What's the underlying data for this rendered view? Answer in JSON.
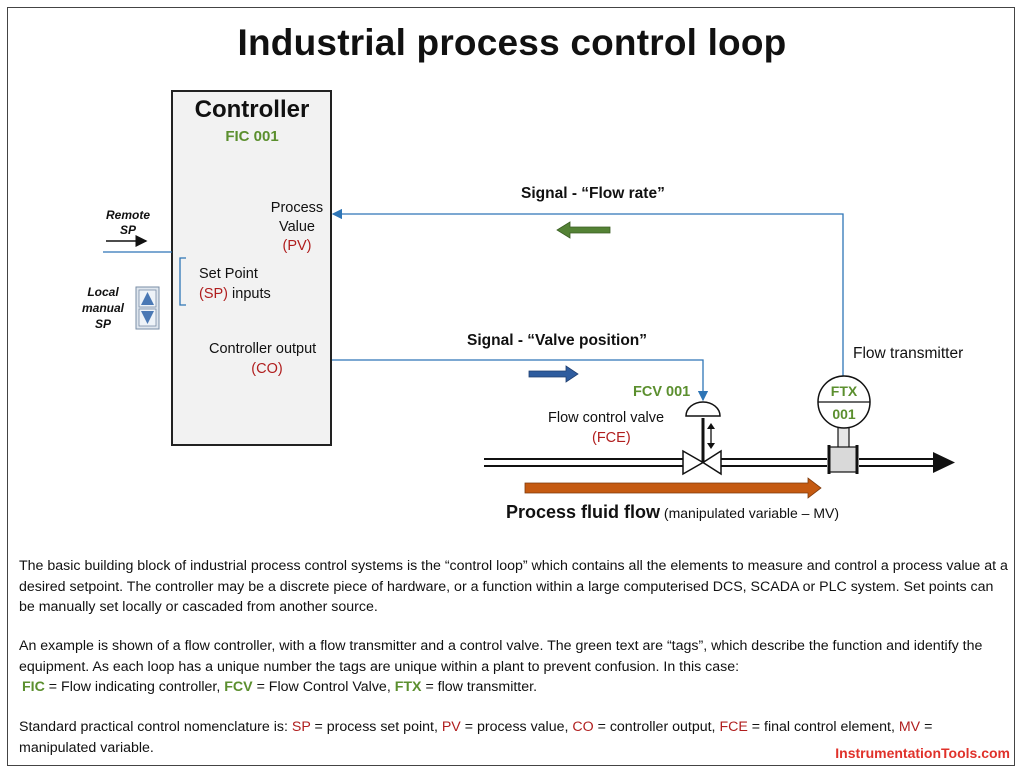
{
  "title": "Industrial process control loop",
  "controller": {
    "title": "Controller",
    "tag": "FIC 001",
    "pv_label_1": "Process",
    "pv_label_2": "Value",
    "pv_abbr": "(PV)",
    "sp_label_1": "Set Point",
    "sp_abbr": "(SP)",
    "sp_label_2": " inputs",
    "co_label": "Controller output",
    "co_abbr": "(CO)"
  },
  "remote_sp": {
    "line1": "Remote",
    "line2": "SP"
  },
  "local_sp": {
    "line1": "Local",
    "line2": "manual",
    "line3": "SP"
  },
  "signal_flow": "Signal - “Flow rate”",
  "signal_valve": "Signal - “Valve position”",
  "valve": {
    "tag": "FCV 001",
    "label": "Flow control valve",
    "abbr": "(FCE)"
  },
  "transmitter": {
    "label": "Flow transmitter",
    "tag_top": "FTX",
    "tag_bottom": "001"
  },
  "process_flow": {
    "main": "Process fluid flow",
    "sub": " (manipulated variable – MV)"
  },
  "paragraphs": {
    "p1": "The basic building block of industrial process control systems is the “control loop” which contains all the elements to measure and control a process value at a desired setpoint.  The controller may be a discrete piece of hardware, or a function within a large computerised DCS, SCADA or PLC system. Set points can be manually set locally or cascaded from another source.",
    "p2": "An example is shown of a flow controller, with a flow transmitter and a control valve. The green text are “tags”, which describe the function and identify the equipment. As each loop has a unique number the tags are unique within a plant to prevent confusion. In this case:",
    "p3_fic": "FIC",
    "p3_fic_text": " = Flow indicating controller, ",
    "p3_fcv": "FCV",
    "p3_fcv_text": " = Flow Control Valve, ",
    "p3_ftx": "FTX",
    "p3_ftx_text": " = flow transmitter.",
    "p4_intro": "Standard practical control nomenclature is: ",
    "p4_sp": "SP",
    "p4_sp_text": " = process set point, ",
    "p4_pv": "PV",
    "p4_pv_text": " = process value, ",
    "p4_co": "CO",
    "p4_co_text": " = controller output, ",
    "p4_fce": "FCE",
    "p4_fce_text": " = final control element, ",
    "p4_mv": "MV",
    "p4_mv_text": " = manipulated variable."
  },
  "brand": "InstrumentationTools.com",
  "colors": {
    "signal_line": "#2e75b6",
    "tag_green": "#5b8f2e",
    "abbr_red": "#b01e1e",
    "arrow_green": "#548235",
    "arrow_blue": "#2e5c9e",
    "arrow_orange": "#c55a11",
    "brand_red": "#e0312a"
  }
}
